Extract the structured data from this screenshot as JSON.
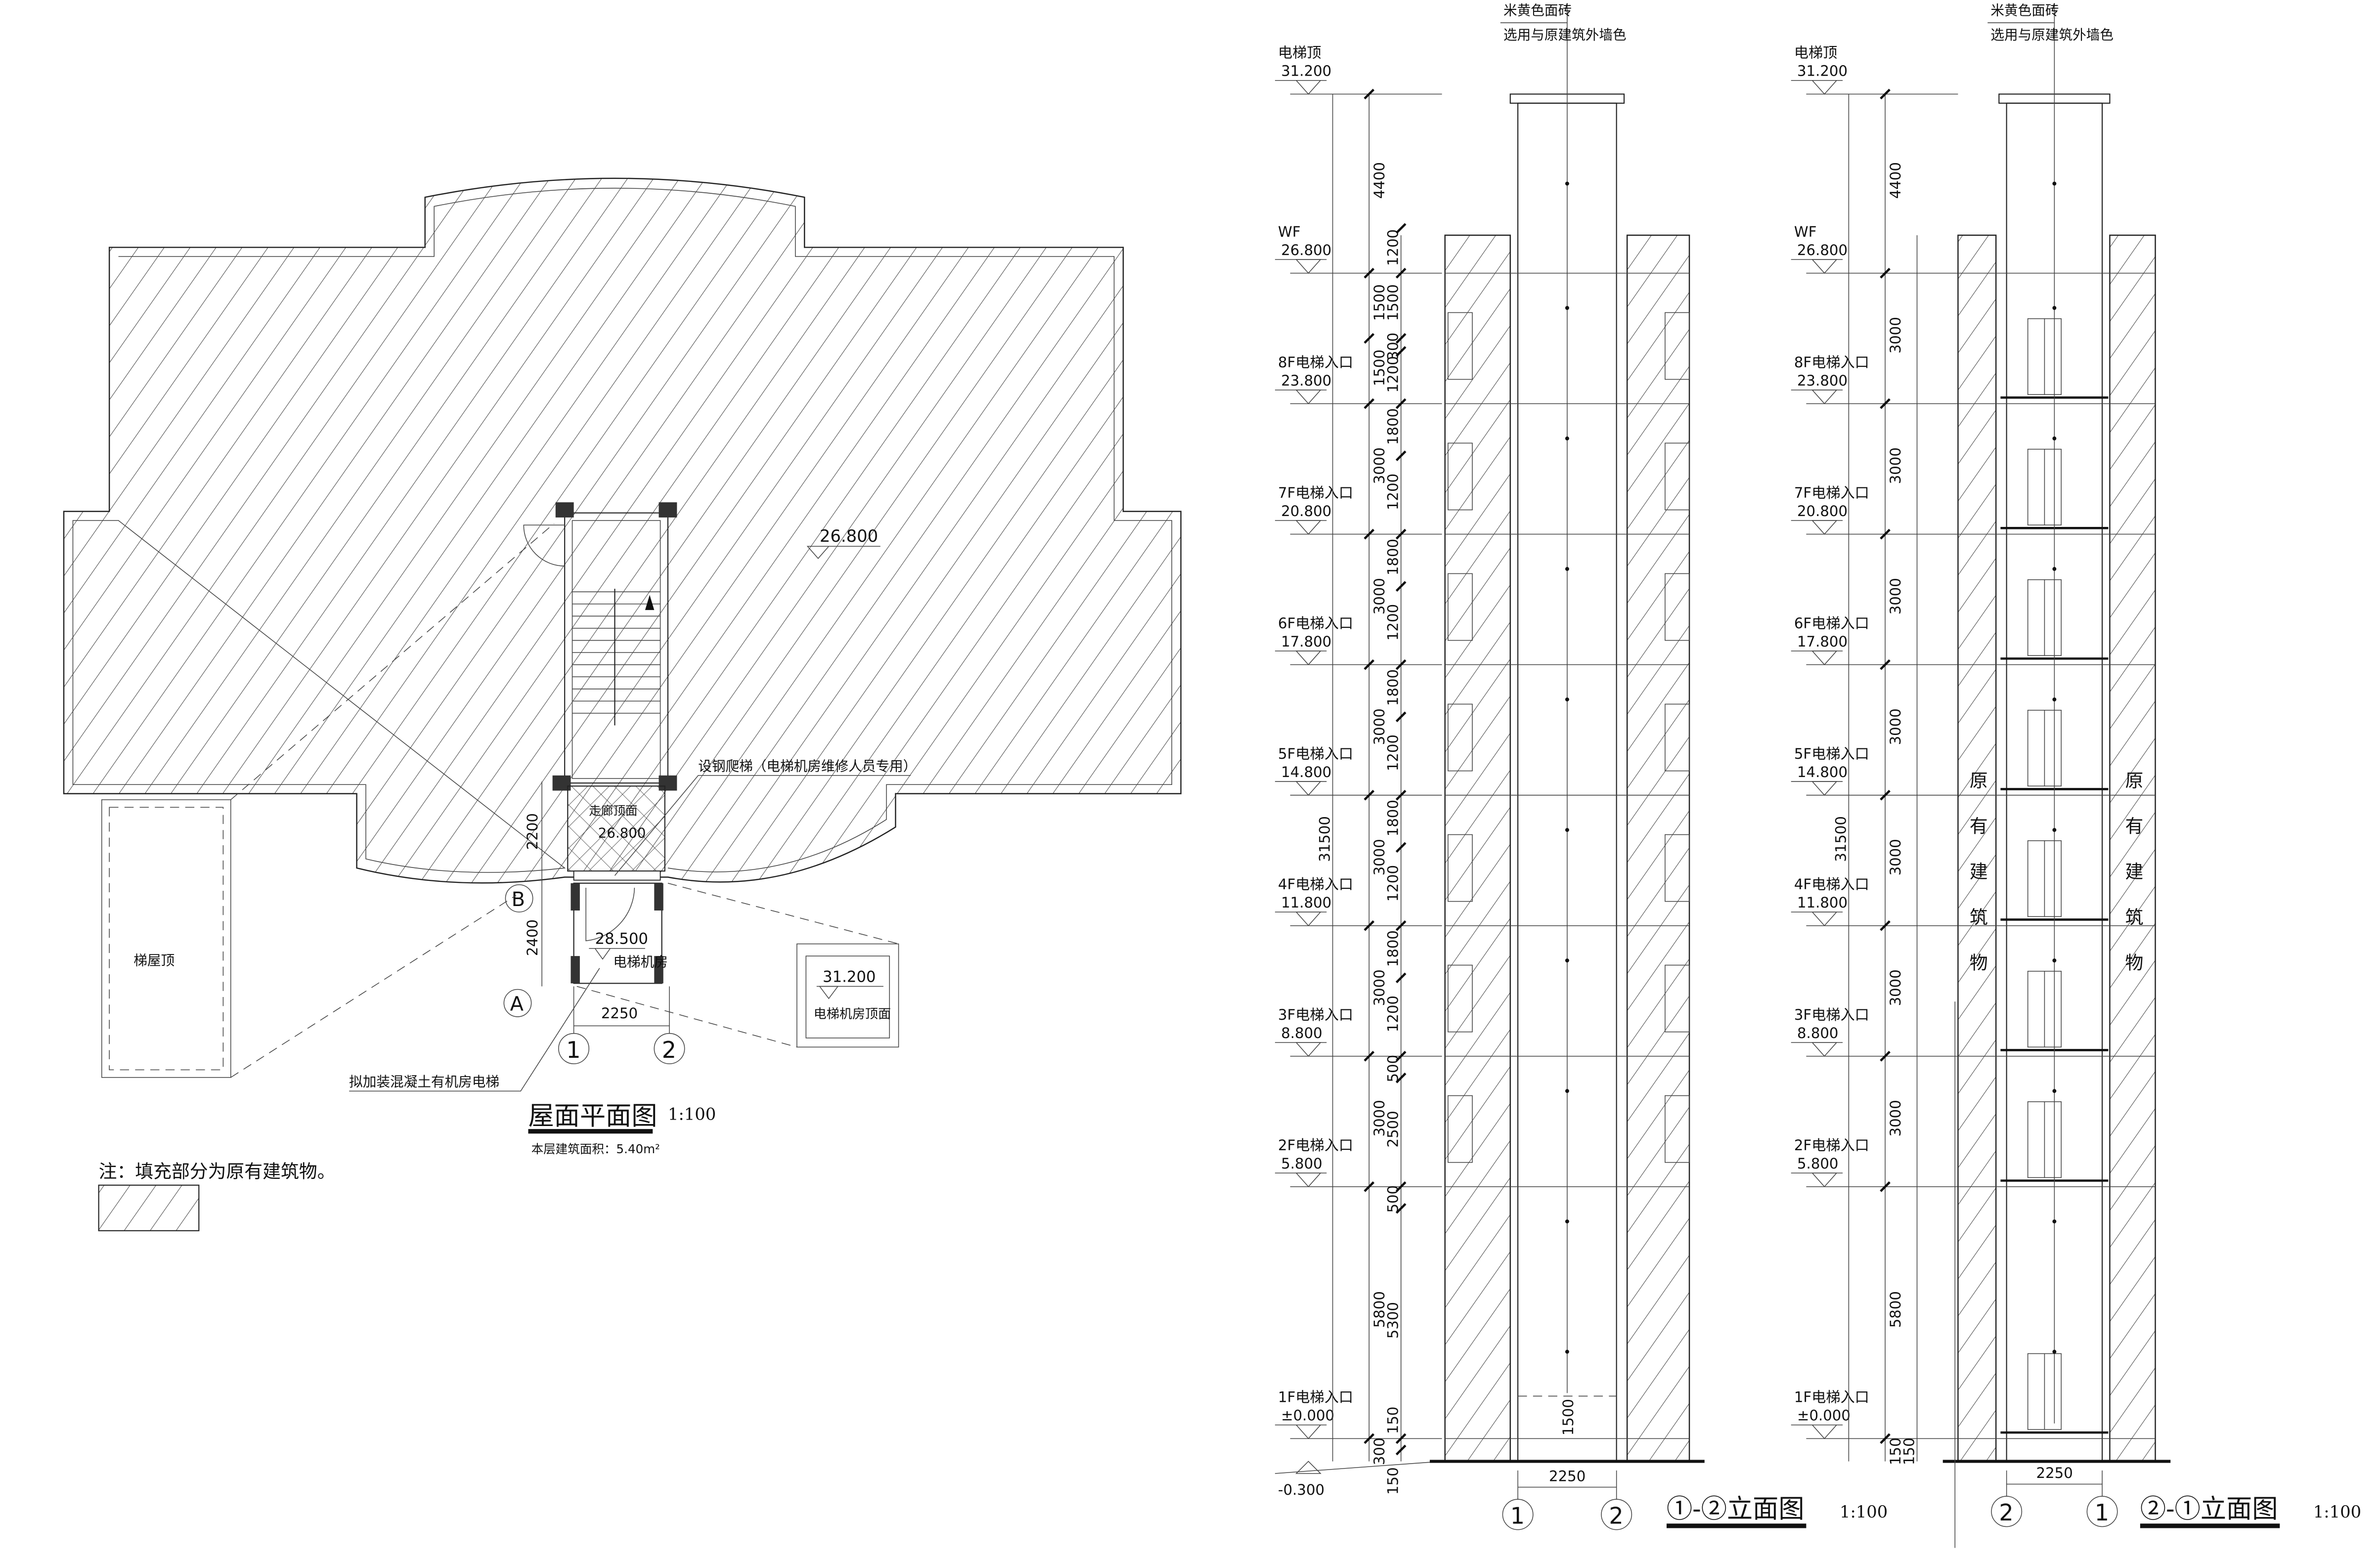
{
  "plan": {
    "title": "屋面平面图",
    "scale": "1:100",
    "area_note": "本层建筑面积：5.40m²",
    "roof_level": "26.800",
    "corridor_label": "走廊顶面",
    "corridor_level": "26.800",
    "machine_room_level": "28.500",
    "machine_room_label": "电梯机房",
    "ladder_note": "设钢爬梯（电梯机房维修人员专用）",
    "elevator_note": "拟加装混凝土有机房电梯",
    "stair_roof_label": "梯屋顶",
    "detail_level": "31.200",
    "detail_label": "电梯机房顶面",
    "dims": {
      "d2200": "2200",
      "d2400": "2400",
      "d2250": "2250"
    },
    "axes": {
      "a": "A",
      "b": "B",
      "one": "1",
      "two": "2"
    }
  },
  "legend": {
    "note": "注：填充部分为原有建筑物。"
  },
  "elevation_1": {
    "title": "①-②立面图",
    "scale": "1:100",
    "material_line1": "米黄色面砖",
    "material_line2": "选用与原建筑外墙色",
    "width_dim": "2250",
    "pit_dim": "1500",
    "total_dim": "31500",
    "axes": [
      "1",
      "2"
    ],
    "outer_dims": [
      "4400",
      "1500",
      "1500",
      "3000",
      "3000",
      "3000",
      "3000",
      "3000",
      "3000",
      "5800",
      "300"
    ],
    "inner_dims": [
      "1200",
      "1500",
      "300",
      "1200",
      "1800",
      "1200",
      "1800",
      "1200",
      "1800",
      "1200",
      "1800",
      "1200",
      "1800",
      "1200",
      "500",
      "2500",
      "500",
      "5300",
      "150",
      "150"
    ]
  },
  "elevation_2": {
    "title": "②-①立面图",
    "scale": "1:100",
    "material_line1": "米黄色面砖",
    "material_line2": "选用与原建筑外墙色",
    "width_dim": "2250",
    "total_dim": "31500",
    "axes": [
      "2",
      "1"
    ],
    "existing_building": "原有建筑物",
    "outer_dims": [
      "4400",
      "3000",
      "3000",
      "3000",
      "3000",
      "3000",
      "3000",
      "3000",
      "5800",
      "150"
    ],
    "inner_dims": [
      "150"
    ]
  },
  "levels": [
    {
      "name": "电梯顶",
      "value": "31.200",
      "m": 31.2
    },
    {
      "name": "WF",
      "value": "26.800",
      "m": 26.8
    },
    {
      "name": "8F电梯入口",
      "value": "23.800",
      "m": 23.8
    },
    {
      "name": "7F电梯入口",
      "value": "20.800",
      "m": 20.8
    },
    {
      "name": "6F电梯入口",
      "value": "17.800",
      "m": 17.8
    },
    {
      "name": "5F电梯入口",
      "value": "14.800",
      "m": 14.8
    },
    {
      "name": "4F电梯入口",
      "value": "11.800",
      "m": 11.8
    },
    {
      "name": "3F电梯入口",
      "value": "8.800",
      "m": 8.8
    },
    {
      "name": "2F电梯入口",
      "value": "5.800",
      "m": 5.8
    },
    {
      "name": "1F电梯入口",
      "value": "±0.000",
      "m": 0
    }
  ],
  "ground_level": {
    "value": "-0.300",
    "m": -0.3
  }
}
